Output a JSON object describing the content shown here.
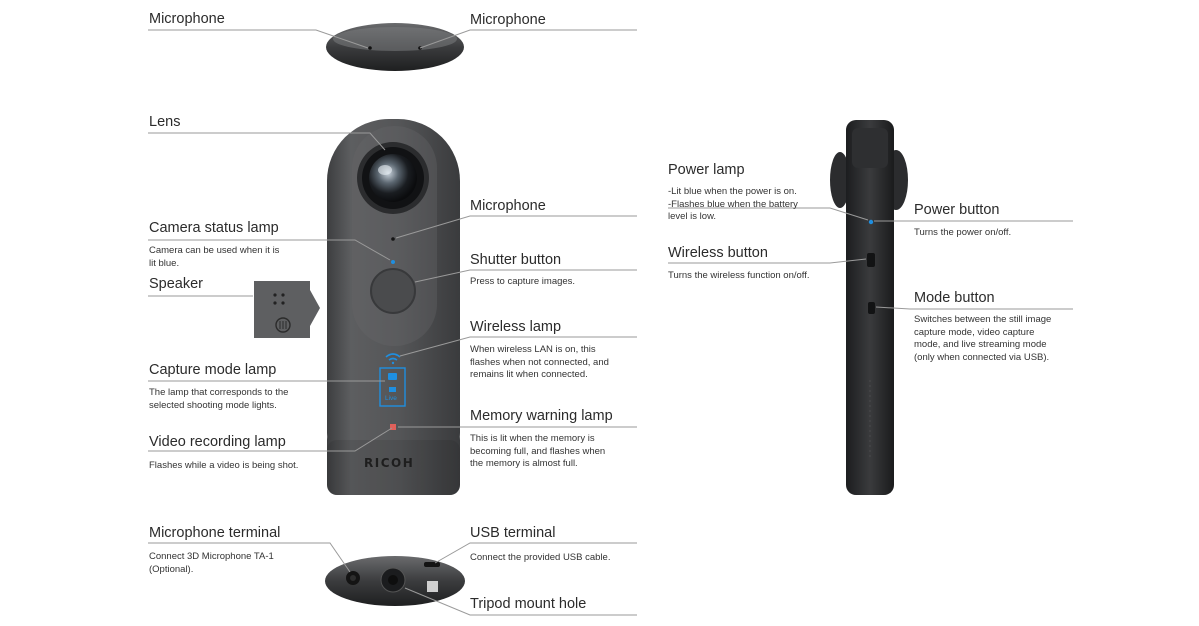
{
  "labels": {
    "mic_top_left": "Microphone",
    "mic_top_right": "Microphone",
    "lens": "Lens",
    "camera_status": "Camera status lamp",
    "camera_status_desc": "Camera can be used when it is\nlit blue.",
    "speaker": "Speaker",
    "capture_mode": "Capture mode lamp",
    "capture_mode_desc": "The lamp that corresponds to the\nselected shooting mode lights.",
    "video_rec": "Video recording lamp",
    "video_rec_desc": "Flashes while a video is being shot.",
    "microphone_front": "Microphone",
    "shutter": "Shutter button",
    "shutter_desc": "Press to capture images.",
    "wireless_lamp": "Wireless lamp",
    "wireless_lamp_desc": "When wireless LAN is on, this\nflashes when not connected, and\nremains lit when connected.",
    "memory_warning": "Memory warning lamp",
    "memory_warning_desc": "This is lit when the memory is\nbecoming full, and flashes when\nthe memory is almost full.",
    "mic_terminal": "Microphone terminal",
    "mic_terminal_desc": "Connect 3D Microphone TA-1\n(Optional).",
    "usb_terminal": "USB terminal",
    "usb_terminal_desc": "Connect the provided USB cable.",
    "tripod": "Tripod mount hole",
    "power_lamp": "Power lamp",
    "power_lamp_desc": "-Lit blue when the power is on.\n-Flashes blue when the battery\n  level is low.",
    "wireless_button": "Wireless button",
    "wireless_button_desc": "Turns the wireless function on/off.",
    "power_button": "Power button",
    "power_button_desc": "Turns the power on/off.",
    "mode_button": "Mode button",
    "mode_button_desc": "Switches between the still image\ncapture mode, video capture\nmode, and live streaming mode\n(only when connected via USB)."
  },
  "camera": {
    "brand": "RICOH",
    "live_text": "Live"
  },
  "colors": {
    "body": "#58595b",
    "lamp_blue": "#1f8fe0",
    "lamp_red": "#e0605a",
    "leader": "#9a9a9a"
  }
}
